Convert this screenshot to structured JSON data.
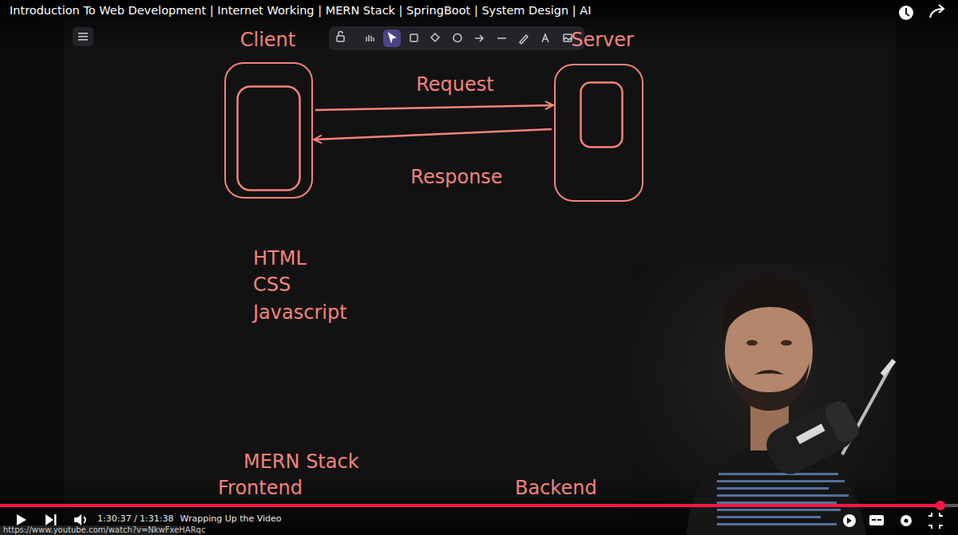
{
  "diagram": {
    "title": "Introduction To Web Development | Internet Working | MERN Stack | SpringBoot | System Design | AI",
    "nodes": [
      {
        "text": [
          "Client"
        ]
      },
      {
        "text": [
          "Server"
        ]
      }
    ],
    "edges": [
      {
        "from": 0,
        "to": 1,
        "label": "Request",
        "arrow": "to"
      },
      {
        "from": 1,
        "to": 0,
        "label": "Response",
        "arrow": "to"
      }
    ],
    "labels": [
      "HTML",
      "CSS",
      "Javascript",
      "MERN Stack",
      "Frontend",
      "Backend",
      "1:30:37 / 1:31:38",
      "Wrapping Up the Video",
      "https://www.youtube.com/watch?v=NkwFxeHARqc"
    ]
  }
}
